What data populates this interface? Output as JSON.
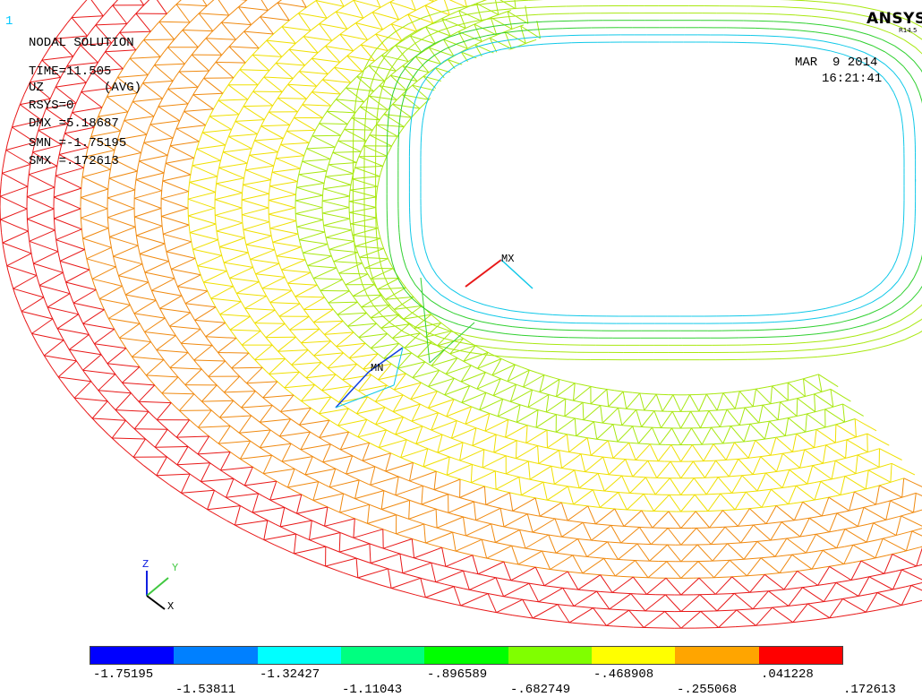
{
  "window_number": "1",
  "logo": "ANSYS",
  "release": "R14.5",
  "info": {
    "title": "NODAL SOLUTION",
    "time": "TIME=11.505",
    "result": "UZ        (AVG)",
    "rsys": "RSYS=0",
    "dmx": "DMX =5.18687",
    "smn": "SMN =-1.75195",
    "smx": "SMX =.172613"
  },
  "date": "MAR  9 2014",
  "clock": "16:21:41",
  "markers": {
    "mx": "MX",
    "mn": "MN"
  },
  "triad": {
    "x": "X",
    "y": "Y",
    "z": "Z"
  },
  "legend": {
    "colors": [
      "#0000ff",
      "#0080ff",
      "#00ffff",
      "#00ff80",
      "#00ff00",
      "#80ff00",
      "#ffff00",
      "#ffa500",
      "#ff0000"
    ],
    "upper_ticks": [
      "-1.75195",
      "-1.32427",
      "-.896589",
      "-.468908",
      ".041228"
    ],
    "lower_ticks": [
      "-1.53811",
      "-1.11043",
      "-.682749",
      "-.255068",
      ".172613"
    ]
  },
  "mesh_colors": {
    "outer": "#e81818",
    "orange": "#f08a10",
    "yellow": "#f0e000",
    "lime": "#a8e810",
    "green": "#30d030",
    "cyan": "#10c8e8",
    "blue": "#1040e0"
  }
}
